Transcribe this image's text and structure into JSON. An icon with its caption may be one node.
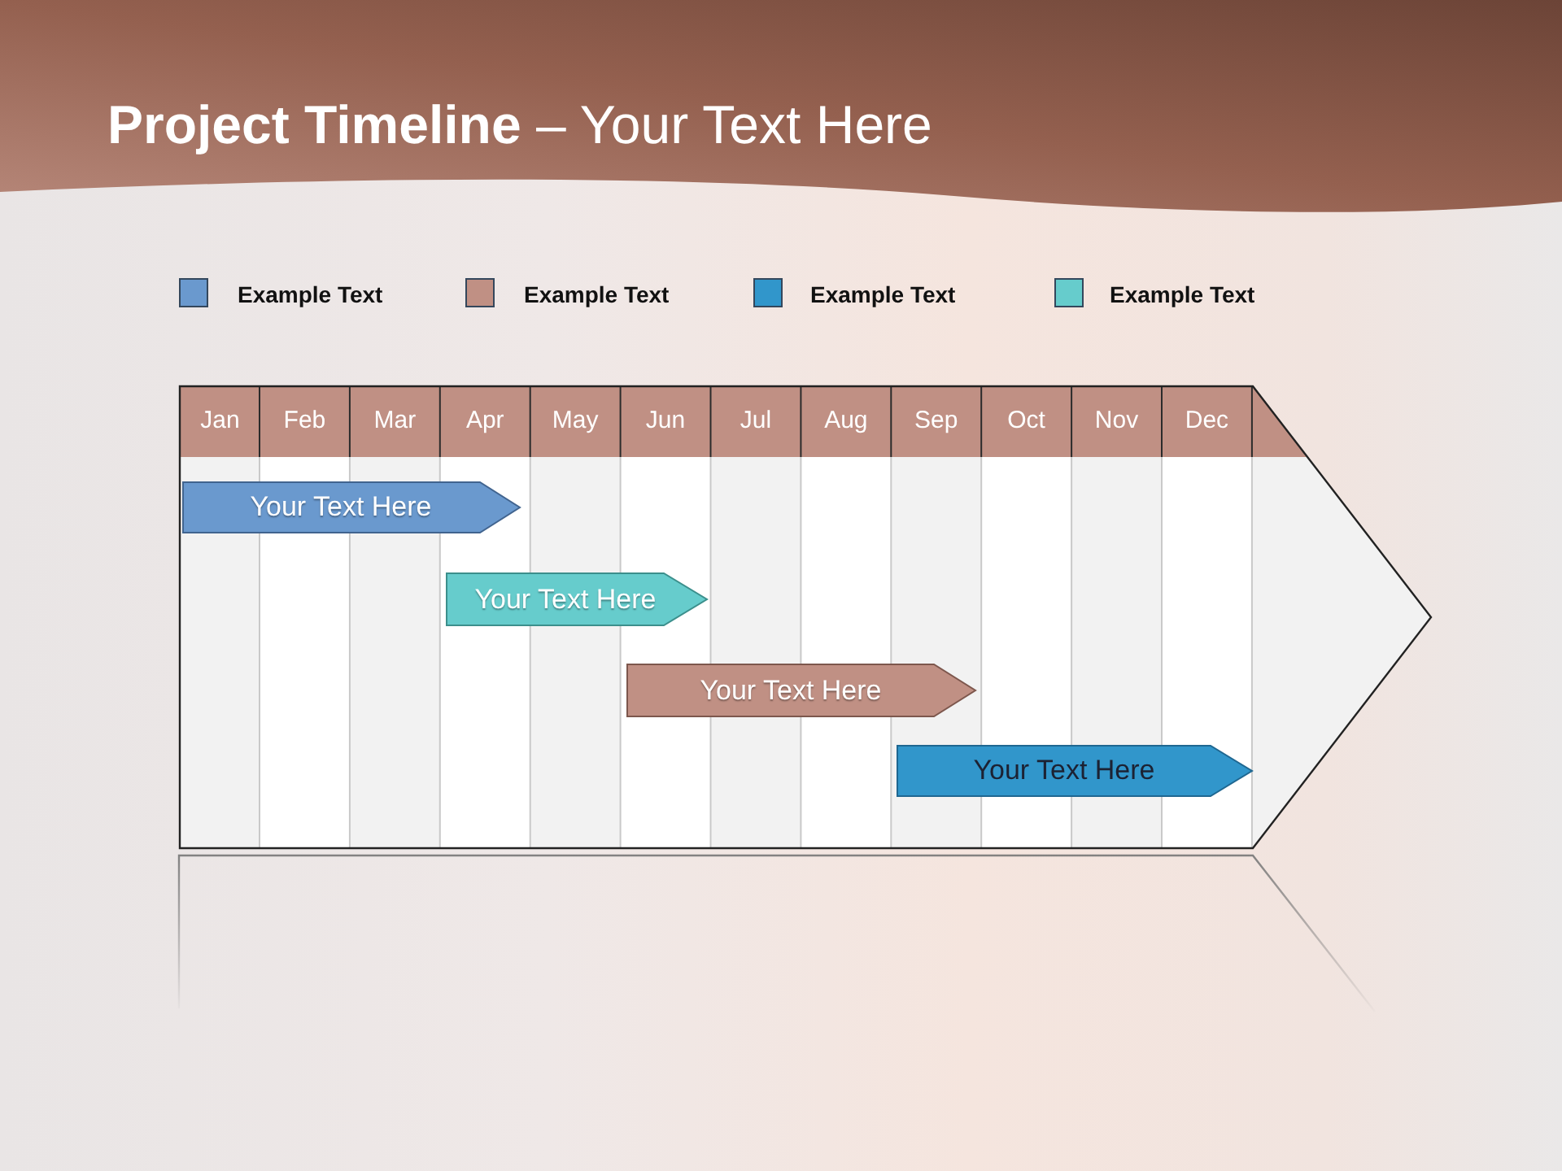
{
  "diagram": {
    "title": "**Project Timeline** – Your Text Here",
    "nodes": [
      {
        "text": [],
        "shape": "arrow"
      },
      {
        "text": [
          "Your Text Here"
        ],
        "in": 0
      },
      {
        "text": [
          "Your Text Here"
        ],
        "in": 0
      },
      {
        "text": [
          "Your Text Here"
        ],
        "in": 0
      },
      {
        "text": [
          "Your Text Here"
        ],
        "in": 0
      }
    ],
    "labels": [
      "Jan",
      "Feb",
      "Mar",
      "Apr",
      "May",
      "Jun",
      "Jul",
      "Aug",
      "Sep",
      "Oct",
      "Nov",
      "Dec"
    ],
    "legend": [
      {
        "text": "Example Text",
        "color": "#6a99ce"
      },
      {
        "text": "Example Text",
        "color": "#c09084"
      },
      {
        "text": "Example Text",
        "color": "#3196cb"
      },
      {
        "text": "Example Text",
        "color": "#66cccc"
      }
    ]
  }
}
